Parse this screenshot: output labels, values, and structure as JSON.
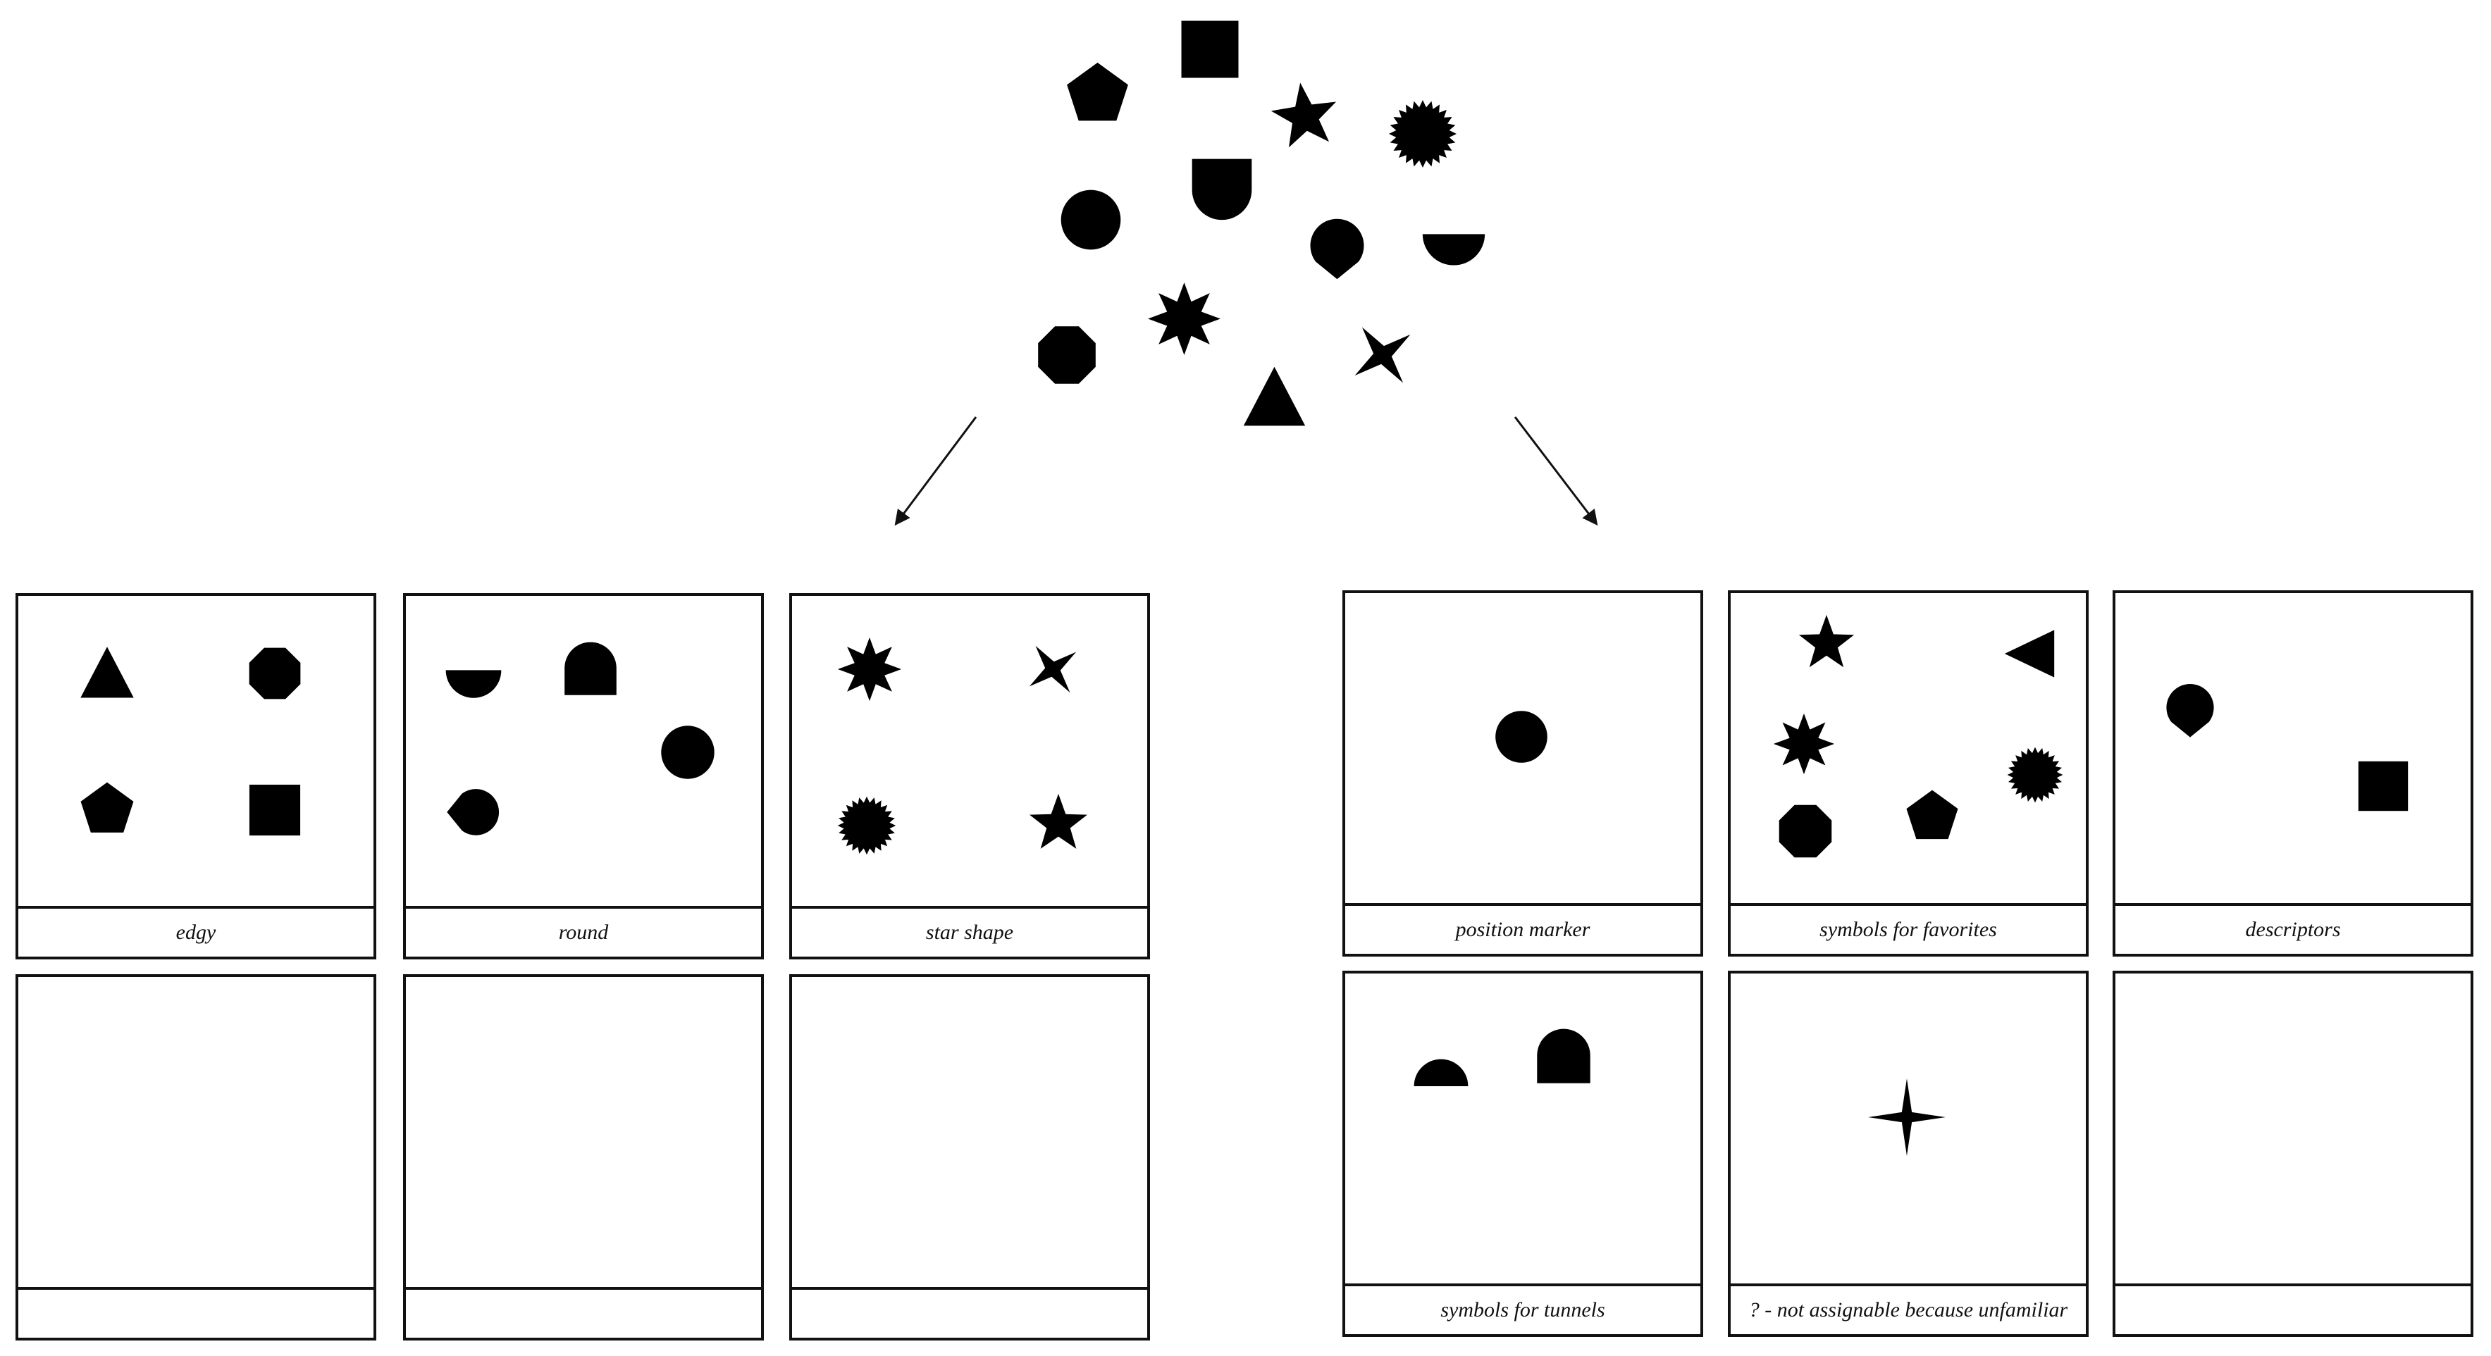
{
  "pool": {
    "shapes": [
      "square",
      "pentagon",
      "star5",
      "sun",
      "circle",
      "tunnel",
      "drop",
      "half-circle",
      "octagon",
      "star8",
      "cross-star",
      "triangle"
    ]
  },
  "left_group": {
    "cards": [
      {
        "label": "edgy",
        "shapes": [
          "triangle",
          "octagon",
          "pentagon",
          "square"
        ]
      },
      {
        "label": "round",
        "shapes": [
          "half-circle",
          "tunnel",
          "circle",
          "drop-left"
        ]
      },
      {
        "label": "star shape",
        "shapes": [
          "star8",
          "cross-star",
          "sun",
          "star5"
        ]
      },
      {
        "label": "",
        "shapes": []
      },
      {
        "label": "",
        "shapes": []
      },
      {
        "label": "",
        "shapes": []
      }
    ]
  },
  "right_group": {
    "cards": [
      {
        "label": "position marker",
        "shapes": [
          "circle"
        ]
      },
      {
        "label": "symbols for favorites",
        "shapes": [
          "star5",
          "triangle-left",
          "star8",
          "sun",
          "octagon",
          "pentagon"
        ]
      },
      {
        "label": "descriptors",
        "shapes": [
          "drop",
          "square"
        ]
      },
      {
        "label": "symbols for tunnels",
        "shapes": [
          "half-circle",
          "tunnel"
        ]
      },
      {
        "label": "? - not assignable because unfamiliar",
        "shapes": [
          "sparkle"
        ]
      },
      {
        "label": "",
        "shapes": []
      }
    ]
  },
  "colors": {
    "ink": "#000000",
    "frame": "#111111"
  }
}
